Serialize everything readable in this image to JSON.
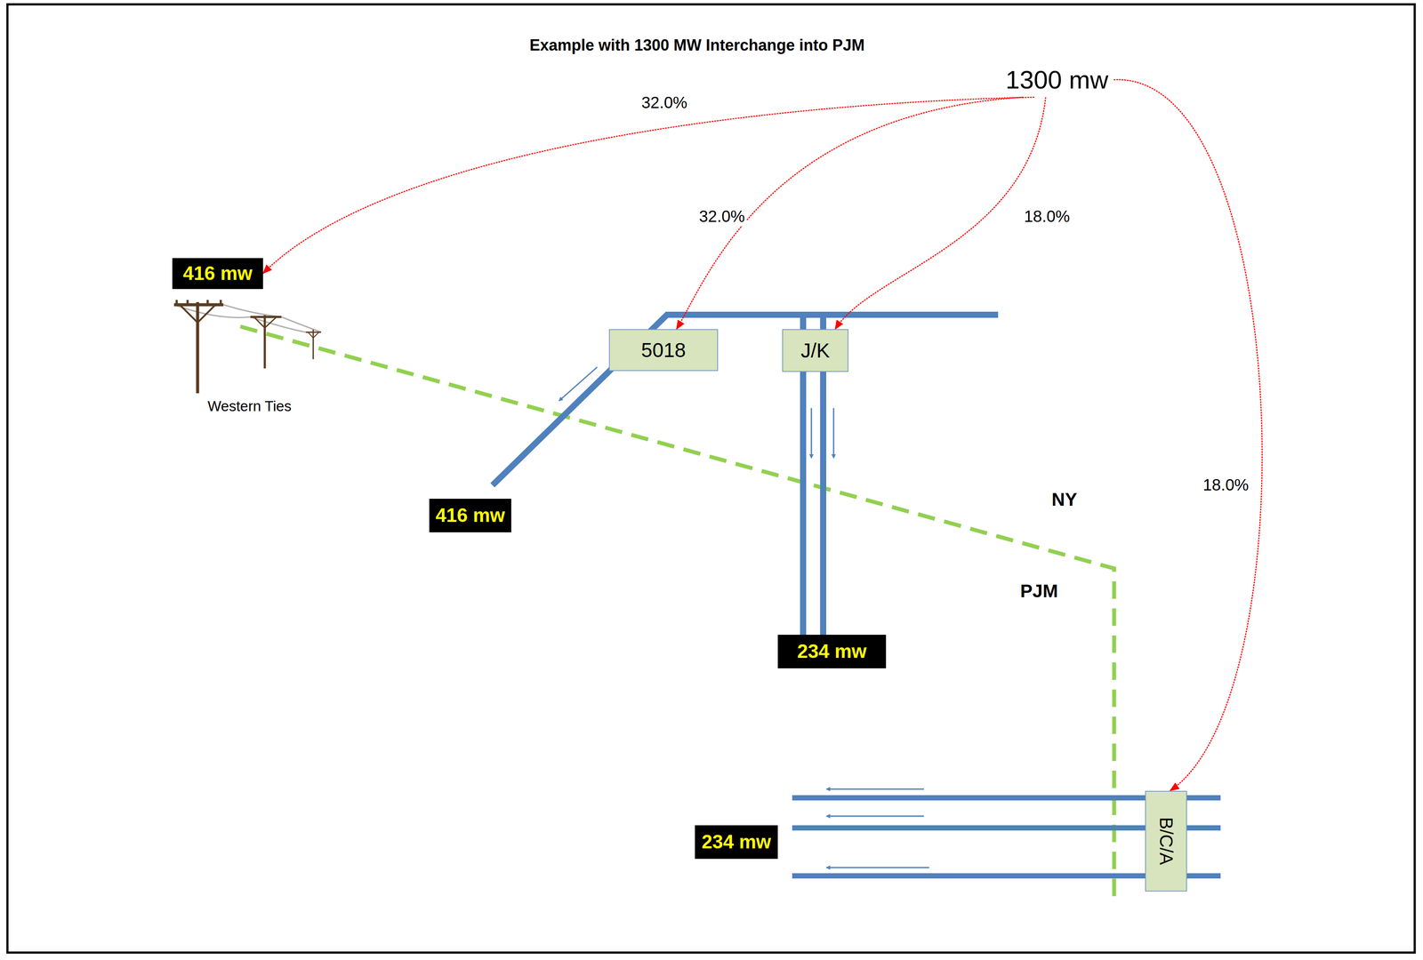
{
  "diagram": {
    "title": "Example with 1300 MW Interchange into PJM",
    "nodes": [
      {
        "text": [
          "1300 mw"
        ]
      },
      {
        "text": [
          "416 mw"
        ]
      },
      {
        "text": [
          "5018"
        ]
      },
      {
        "text": [
          "J/K"
        ]
      },
      {
        "text": [
          "416 mw"
        ]
      },
      {
        "text": [
          "234 mw"
        ]
      },
      {
        "text": [
          "B/C/A"
        ]
      },
      {
        "text": [
          "234 mw"
        ]
      }
    ],
    "edges": [
      {
        "from": 0,
        "to": 1,
        "label": "32.0%",
        "arrow": "to"
      },
      {
        "from": 0,
        "to": 2,
        "label": "32.0%",
        "arrow": "to"
      },
      {
        "from": 0,
        "to": 3,
        "label": "18.0%",
        "arrow": "to"
      },
      {
        "from": 0,
        "to": 6,
        "label": "18.0%",
        "arrow": "to"
      }
    ],
    "labels": [
      "Western Ties",
      "NY",
      "PJM"
    ]
  }
}
